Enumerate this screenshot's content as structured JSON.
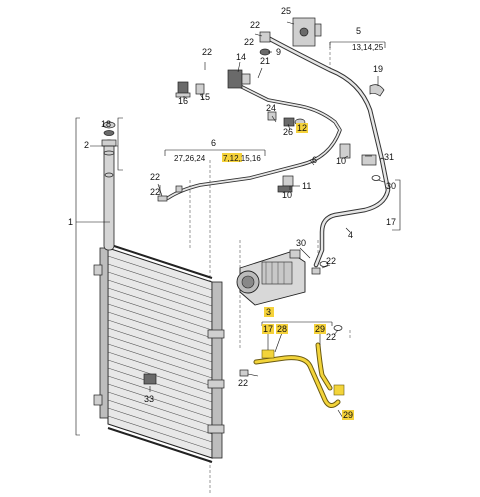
{
  "labels": {
    "l25": "25",
    "l5": "5",
    "l5sub": "13,14,25",
    "l22a": "22",
    "l9a": "9",
    "l22b": "22",
    "l22c": "22",
    "l14": "14",
    "l21": "21",
    "l19": "19",
    "l16": "16",
    "l15": "15",
    "l24": "24",
    "l26": "26",
    "l12": "12",
    "l18": "18",
    "l2": "2",
    "l6": "6",
    "l6sub_a": "27,26,24",
    "l6sub_b": "7,12,15,16",
    "l6c": "6",
    "l10a": "10",
    "l31": "31",
    "l22d": "22",
    "l11": "11",
    "l10b": "10",
    "l30": "30",
    "l4": "4",
    "l17a": "17",
    "l1": "1",
    "l22e": "22",
    "l30b": "30",
    "l22f": "22",
    "l22g": "22",
    "l3": "3",
    "l17b": "17",
    "l28": "28",
    "l29a": "29",
    "l22h": "22",
    "l33": "33",
    "l29b": "29"
  },
  "highlight_color": "#f5d23a"
}
